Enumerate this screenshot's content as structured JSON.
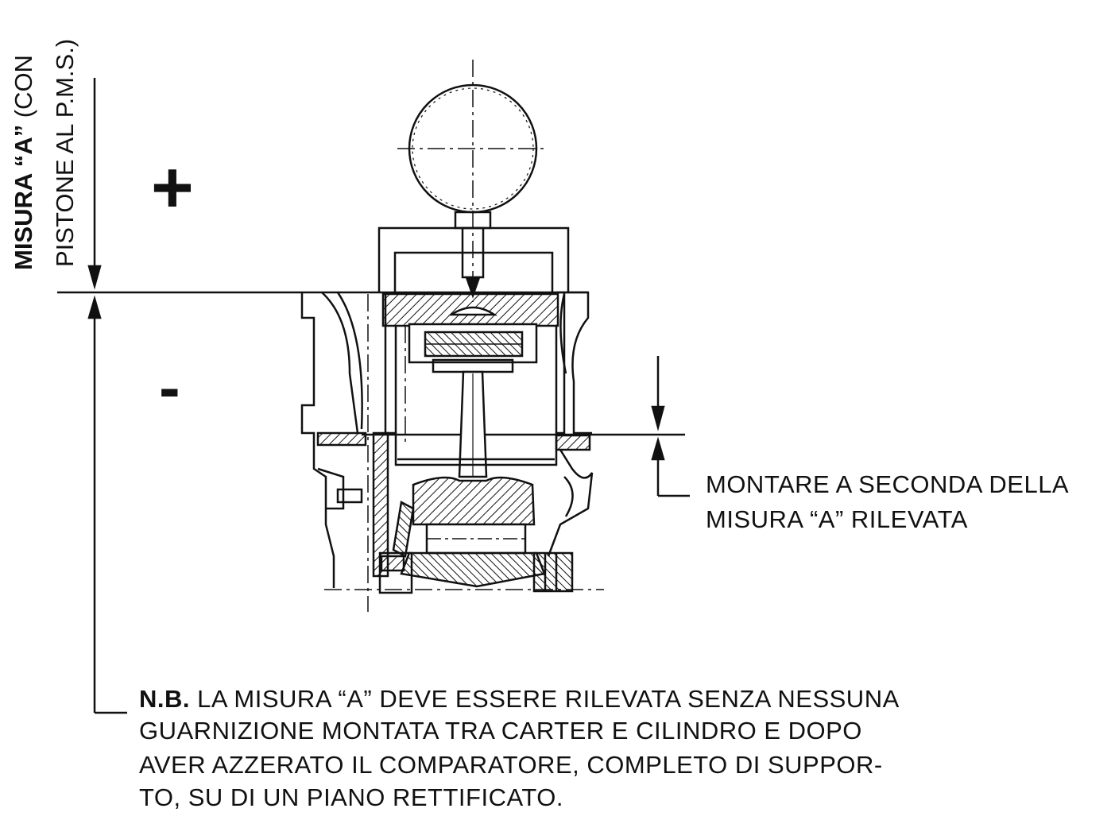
{
  "labels": {
    "measure_bold": "MISURA “A”",
    "measure_suffix": " (CON",
    "measure_line2": "PISTONE AL P.M.S.)",
    "plus_sign": "+",
    "minus_sign": "-",
    "mount_line1": "MONTARE A SECONDA DELLA",
    "mount_line2": "MISURA “A” RILEVATA",
    "note_prefix": "N.B.",
    "note_line1": " LA MISURA “A” DEVE ESSERE RILEVATA SENZA NESSUNA",
    "note_line2": "GUARNIZIONE MONTATA TRA CARTER E CILINDRO E DOPO",
    "note_line3": "AVER AZZERATO IL COMPARATORE, COMPLETO DI SUPPOR-",
    "note_line4": "TO, SU DI UN PIANO RETTIFICATO."
  },
  "colors": {
    "ink": "#111111",
    "paper": "#ffffff"
  }
}
